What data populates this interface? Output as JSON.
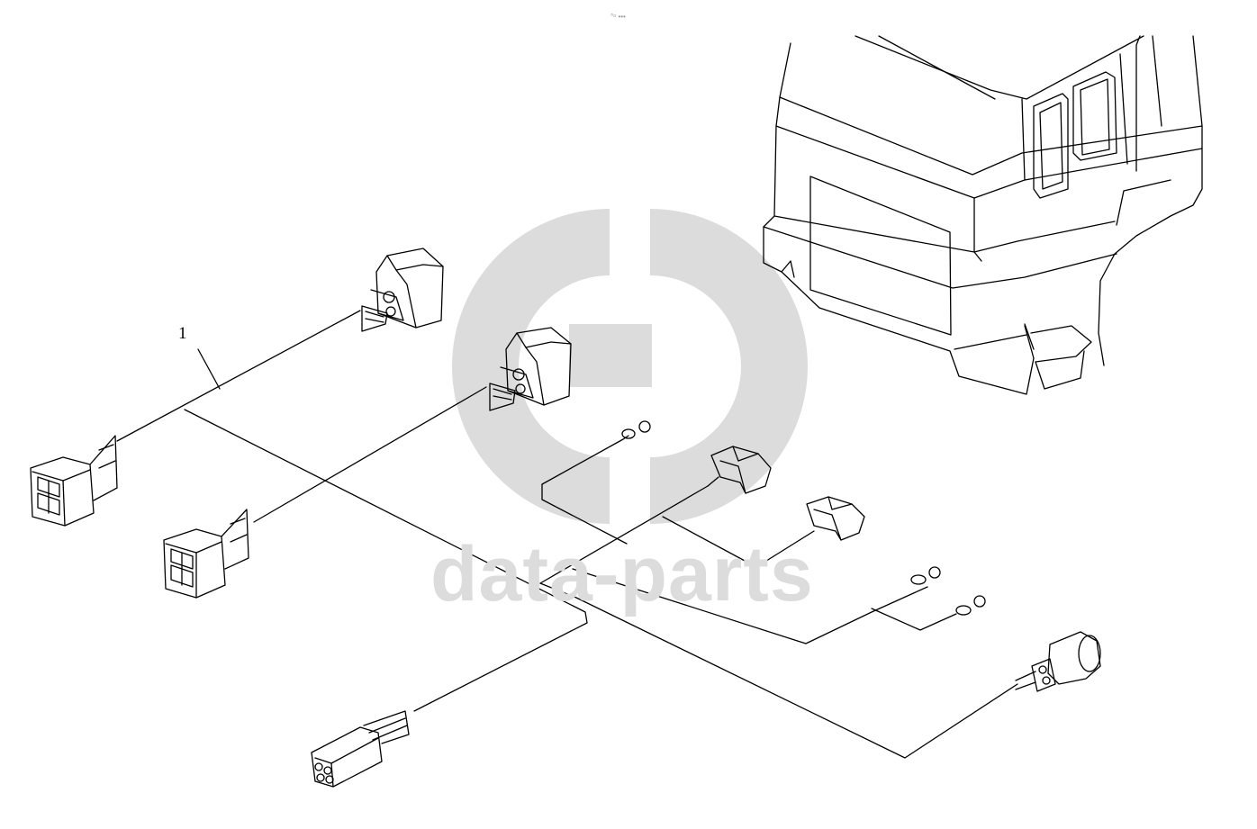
{
  "watermark": {
    "text": "data-parts",
    "color": "#dcdcdc"
  },
  "callouts": [
    {
      "label": "1"
    }
  ],
  "top_mark": "°ᵒ •••",
  "line_color": "#000000"
}
